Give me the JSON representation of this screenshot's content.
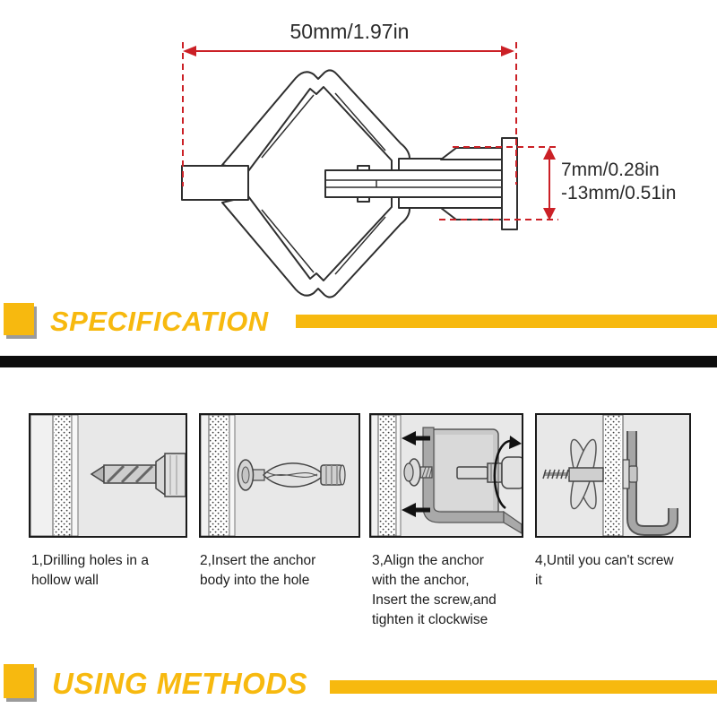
{
  "diagram": {
    "width_label": "50mm/1.97in",
    "height_labels": [
      "7mm/0.28in",
      "-13mm/0.51in"
    ]
  },
  "banners": {
    "specification": {
      "label": "SPECIFICATION"
    },
    "using_methods": {
      "label": "USING METHODS"
    }
  },
  "steps": [
    {
      "caption_lines": [
        "1,Drilling holes in a",
        "hollow wall"
      ]
    },
    {
      "caption_lines": [
        "2,Insert the anchor",
        "body into the hole"
      ]
    },
    {
      "caption_lines": [
        "3,Align the anchor",
        "with the anchor,",
        "Insert the screw,and",
        "tighten it clockwise"
      ]
    },
    {
      "caption_lines": [
        "4,Until you can't screw",
        "it"
      ]
    }
  ],
  "colors": {
    "accent_yellow": "#F7B90F",
    "dimension_red": "#CB2026",
    "bar_black": "#0D0D0D",
    "panel_background": "#E8E8E8",
    "line_color": "#2F2F2F"
  }
}
